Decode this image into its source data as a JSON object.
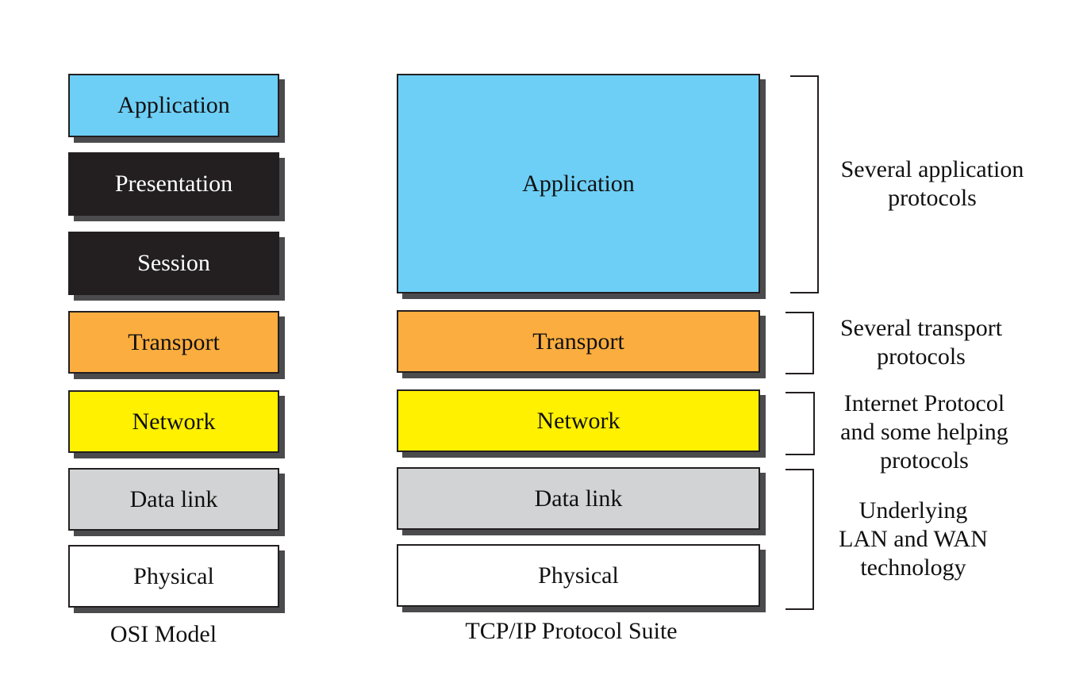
{
  "osi": {
    "caption": "OSI Model",
    "layers": [
      "Application",
      "Presentation",
      "Session",
      "Transport",
      "Network",
      "Data link",
      "Physical"
    ]
  },
  "tcpip": {
    "caption": "TCP/IP Protocol Suite",
    "layers": [
      "Application",
      "Transport",
      "Network",
      "Data link",
      "Physical"
    ]
  },
  "annotations": [
    {
      "lines": [
        "Several application",
        "protocols"
      ]
    },
    {
      "lines": [
        "Several transport",
        "protocols"
      ]
    },
    {
      "lines": [
        "Internet Protocol",
        "and some helping",
        "protocols"
      ]
    },
    {
      "lines": [
        "Underlying",
        "LAN and WAN",
        "technology"
      ]
    }
  ],
  "colors": {
    "application": "#6dcff6",
    "presentation_session": "#231f20",
    "transport": "#fbad3f",
    "network": "#fff100",
    "data_link": "#d1d3d4",
    "physical": "#ffffff"
  }
}
